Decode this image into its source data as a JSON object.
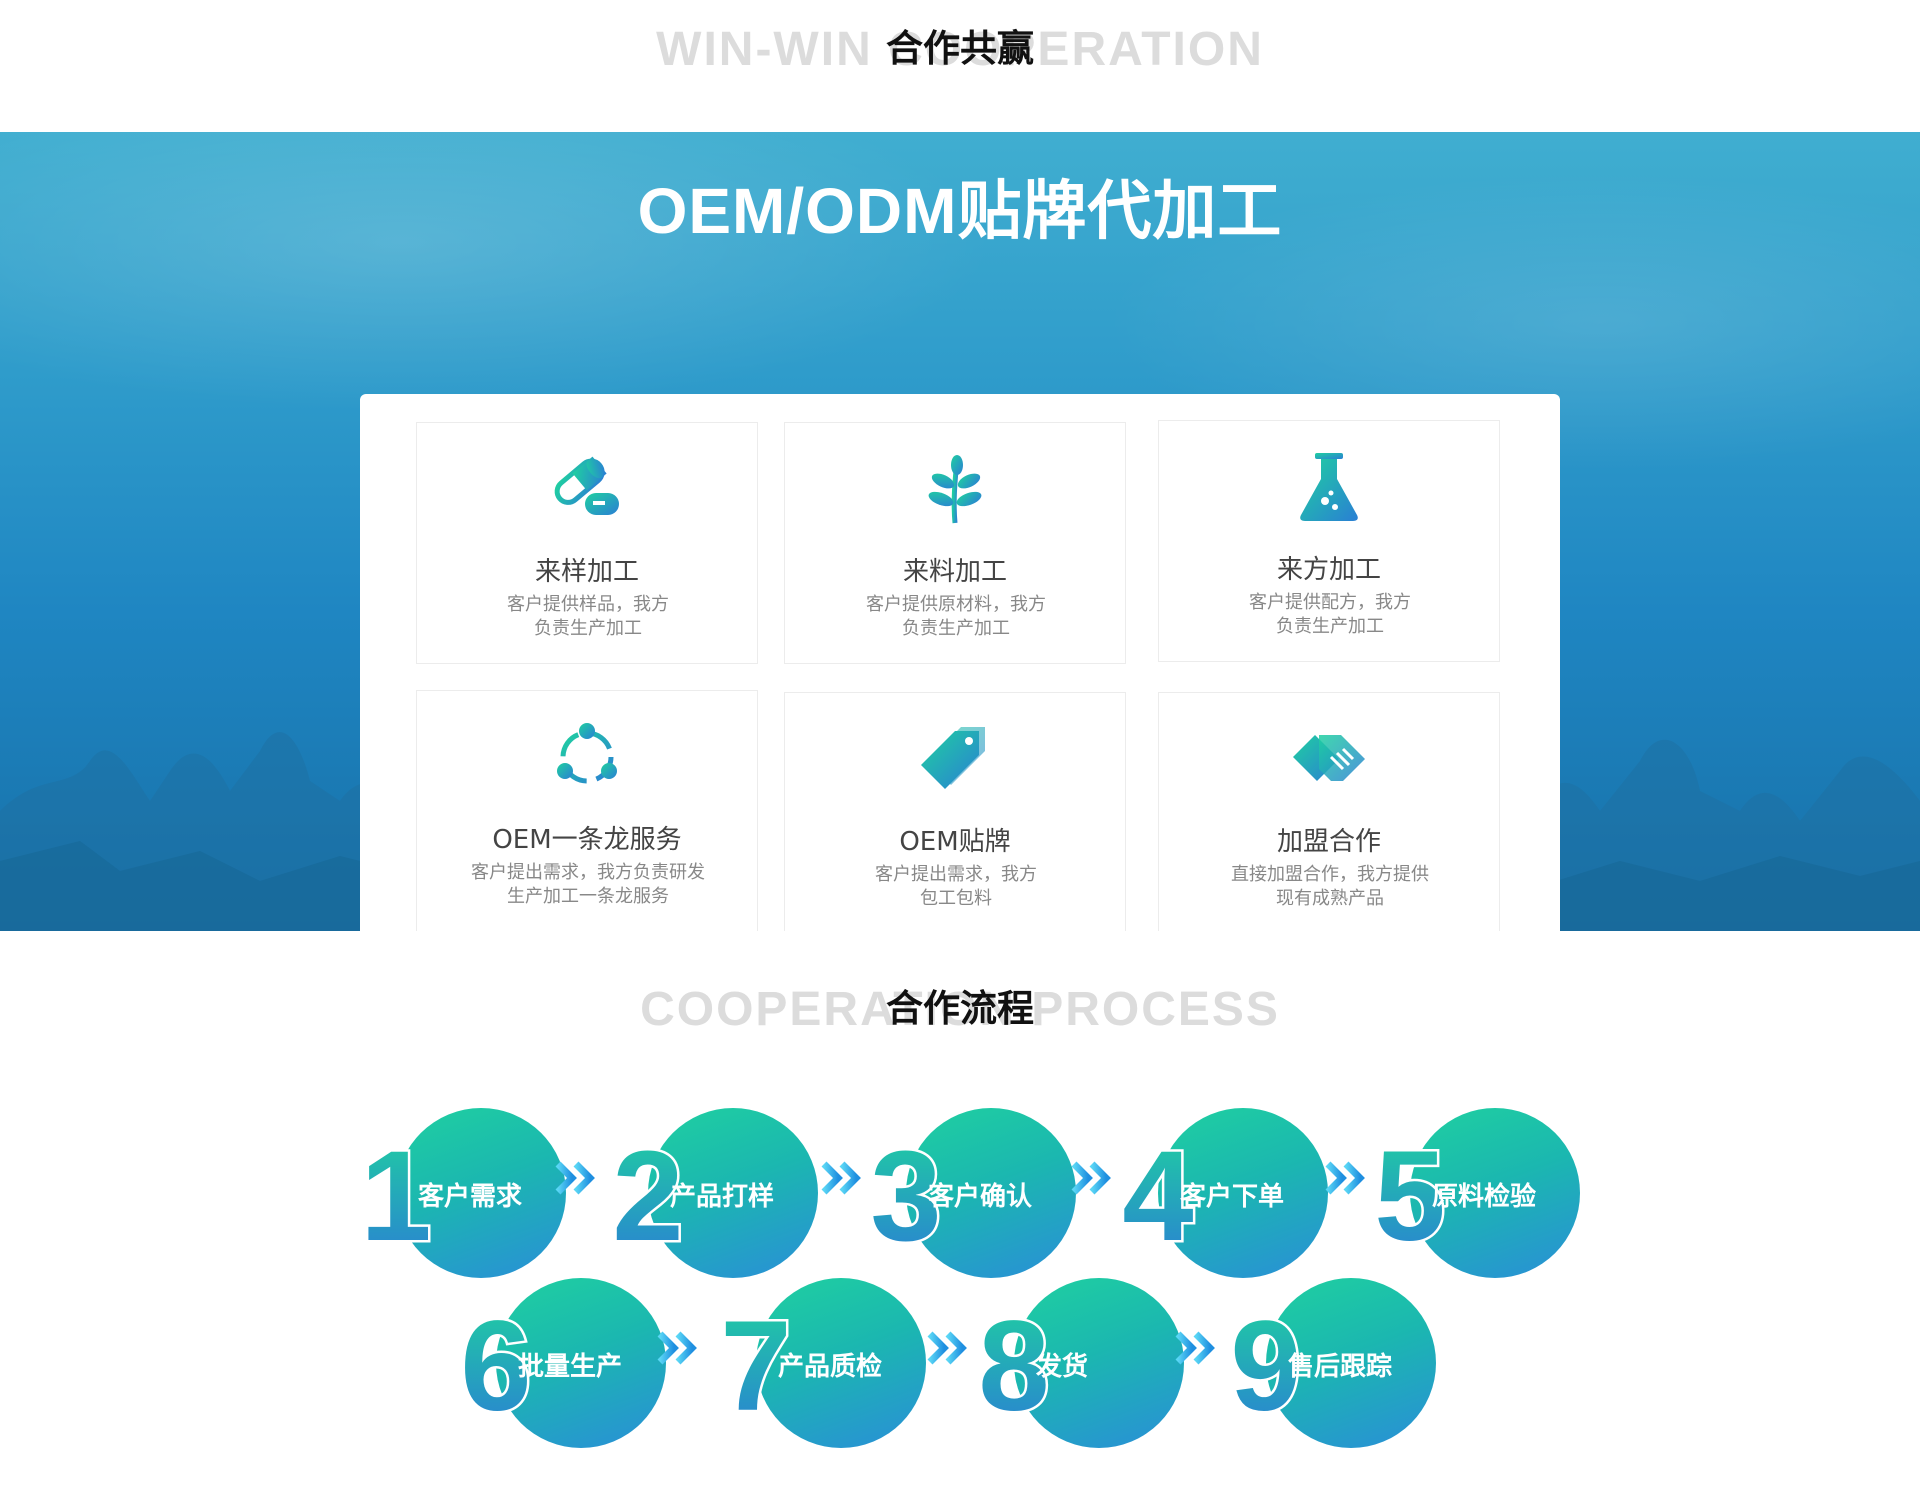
{
  "section1": {
    "title_cn": "合作共赢",
    "title_en": "WIN-WIN COOPERATION"
  },
  "band": {
    "title": "OEM/ODM贴牌代加工",
    "cards": [
      {
        "title": "来样加工",
        "desc_line1": "客户提供样品，我方",
        "desc_line2": "负责生产加工",
        "icon": "capsule-icon"
      },
      {
        "title": "来料加工",
        "desc_line1": "客户提供原材料，我方",
        "desc_line2": "负责生产加工",
        "icon": "leaf-icon"
      },
      {
        "title": "来方加工",
        "desc_line1": "客户提供配方，我方",
        "desc_line2": "负责生产加工",
        "icon": "flask-icon"
      },
      {
        "title": "OEM一条龙服务",
        "desc_line1": "客户提出需求，我方负责研发",
        "desc_line2": "生产加工一条龙服务",
        "icon": "cycle-icon"
      },
      {
        "title": "OEM贴牌",
        "desc_line1": "客户提出需求，我方",
        "desc_line2": "包工包料",
        "icon": "tag-icon"
      },
      {
        "title": "加盟合作",
        "desc_line1": "直接加盟合作，我方提供",
        "desc_line2": "现有成熟产品",
        "icon": "handshake-icon"
      }
    ]
  },
  "section2": {
    "title_cn": "合作流程",
    "title_en": "COOPERATION PROCESS"
  },
  "process": {
    "steps": [
      {
        "num": "1",
        "label": "客户需求"
      },
      {
        "num": "2",
        "label": "产品打样"
      },
      {
        "num": "3",
        "label": "客户确认"
      },
      {
        "num": "4",
        "label": "客户下单"
      },
      {
        "num": "5",
        "label": "原料检验"
      },
      {
        "num": "6",
        "label": "批量生产"
      },
      {
        "num": "7",
        "label": "产品质检"
      },
      {
        "num": "8",
        "label": "发货"
      },
      {
        "num": "9",
        "label": "售后跟踪"
      }
    ]
  },
  "colors": {
    "teal": "#1fd0a0",
    "blue": "#2a8ed8",
    "band_top": "#40aed0",
    "band_bottom": "#1770a8"
  }
}
